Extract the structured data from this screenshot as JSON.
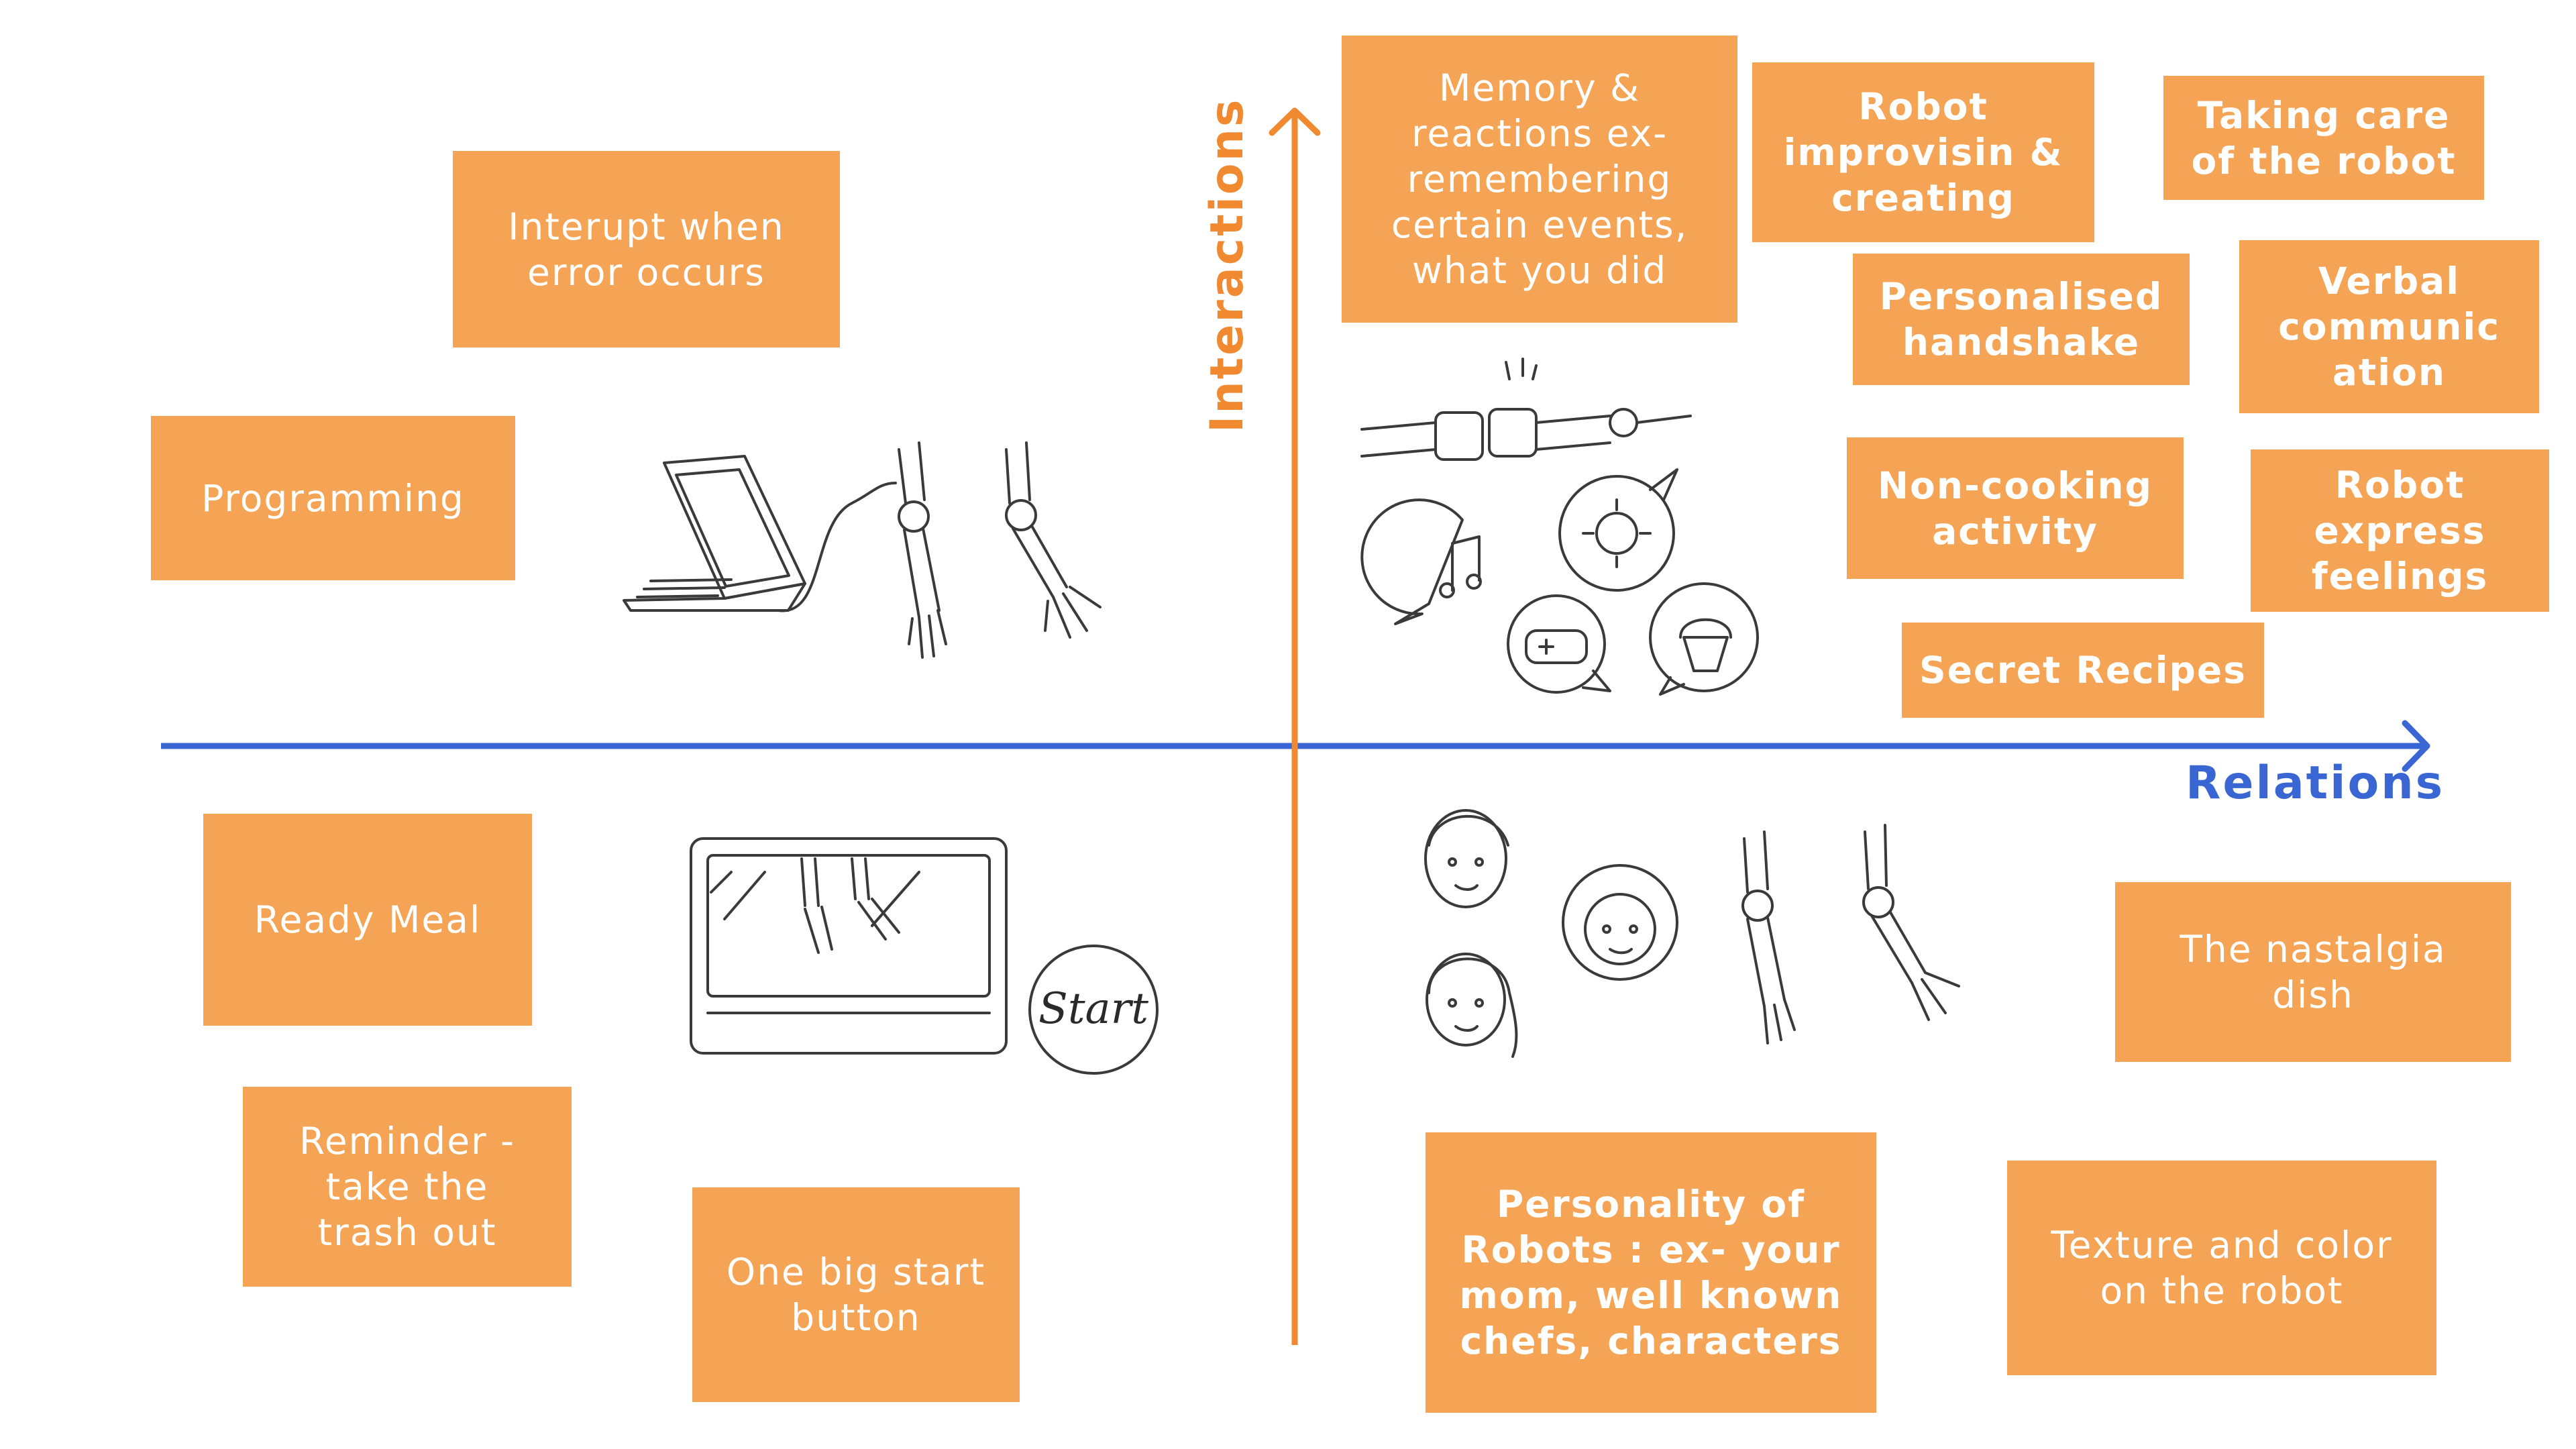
{
  "axes": {
    "horizontal_label": "Relations",
    "vertical_label": "Interactions",
    "horizontal_color": "#3a66d4",
    "vertical_color": "#f0892f"
  },
  "note_color": "#f5a455",
  "notes": {
    "interupt": "Interupt when\nerror occurs",
    "programming": "Programming",
    "memory": "Memory &\nreactions ex-\nremembering\ncertain events,\nwhat you did",
    "improvisin": "Robot\nimprovisin &\ncreating",
    "taking_care": "Taking care\nof the robot",
    "handshake": "Personalised\nhandshake",
    "verbal": "Verbal\ncommunic\nation",
    "non_cooking": "Non-cooking\nactivity",
    "feelings": "Robot\nexpress\nfeelings",
    "secret_recipes": "Secret Recipes",
    "ready_meal": "Ready Meal",
    "reminder": "Reminder -\ntake the\ntrash out",
    "start_button": "One big start\nbutton",
    "nastalgia": "The nastalgia\ndish",
    "personality": "Personality of\nRobots : ex- your\nmom, well known\nchefs, characters",
    "texture": "Texture and color\non the robot"
  },
  "sketches": {
    "start_label": "Start"
  }
}
